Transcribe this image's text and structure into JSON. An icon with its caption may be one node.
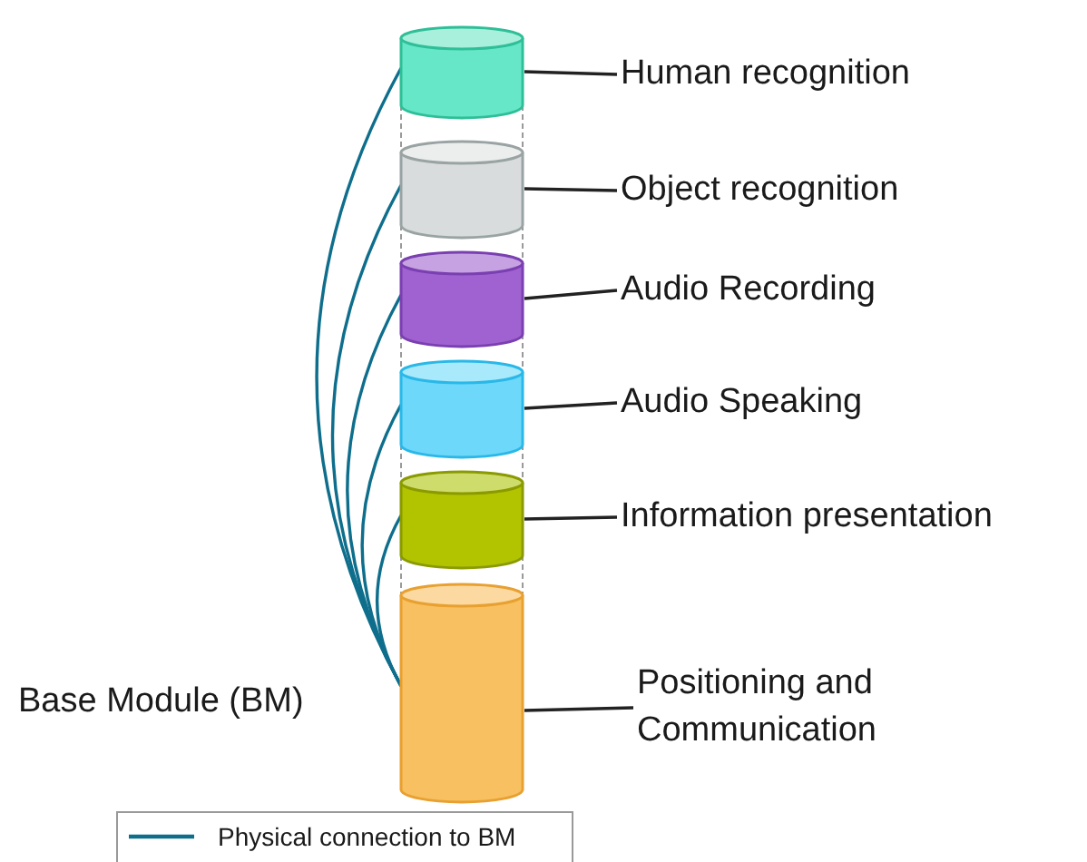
{
  "diagram": {
    "nodes": [
      {
        "text": [],
        "shape": "cylinder"
      },
      {
        "text": [],
        "shape": "cylinder"
      },
      {
        "text": [],
        "shape": "cylinder"
      },
      {
        "text": [],
        "shape": "cylinder"
      },
      {
        "text": [],
        "shape": "cylinder"
      },
      {
        "text": [],
        "shape": "cylinder"
      },
      {
        "text": [
          "Human recognition"
        ]
      },
      {
        "text": [
          "Object recognition"
        ]
      },
      {
        "text": [
          "Audio Recording"
        ]
      },
      {
        "text": [
          "Audio Speaking"
        ]
      },
      {
        "text": [
          "Information presentation"
        ]
      },
      {
        "text": [
          "Positioning and Communication"
        ]
      }
    ],
    "edges": [
      {
        "from": 0,
        "to": 6,
        "arrow": "none",
        "color": "#222222"
      },
      {
        "from": 1,
        "to": 7,
        "arrow": "none",
        "color": "#222222"
      },
      {
        "from": 2,
        "to": 8,
        "arrow": "none",
        "color": "#222222"
      },
      {
        "from": 3,
        "to": 9,
        "arrow": "none",
        "color": "#222222"
      },
      {
        "from": 4,
        "to": 10,
        "arrow": "none",
        "color": "#222222"
      },
      {
        "from": 5,
        "to": 11,
        "arrow": "none",
        "color": "#222222"
      },
      {
        "from": 0,
        "to": 5,
        "arrow": "none",
        "color": "#0e6e8c"
      },
      {
        "from": 1,
        "to": 5,
        "arrow": "none",
        "color": "#0e6e8c"
      },
      {
        "from": 2,
        "to": 5,
        "arrow": "none",
        "color": "#0e6e8c"
      },
      {
        "from": 3,
        "to": 5,
        "arrow": "none",
        "color": "#0e6e8c"
      },
      {
        "from": 4,
        "to": 5,
        "arrow": "none",
        "color": "#0e6e8c"
      },
      {
        "from": 0,
        "to": 1,
        "arrow": "none",
        "style": "dashed",
        "color": "#9a9a9a"
      },
      {
        "from": 0,
        "to": 1,
        "arrow": "none",
        "style": "dashed",
        "color": "#9a9a9a"
      },
      {
        "from": 1,
        "to": 2,
        "arrow": "none",
        "style": "dashed",
        "color": "#9a9a9a"
      },
      {
        "from": 1,
        "to": 2,
        "arrow": "none",
        "style": "dashed",
        "color": "#9a9a9a"
      },
      {
        "from": 2,
        "to": 3,
        "arrow": "none",
        "style": "dashed",
        "color": "#9a9a9a"
      },
      {
        "from": 2,
        "to": 3,
        "arrow": "none",
        "style": "dashed",
        "color": "#9a9a9a"
      },
      {
        "from": 3,
        "to": 4,
        "arrow": "none",
        "style": "dashed",
        "color": "#9a9a9a"
      },
      {
        "from": 3,
        "to": 4,
        "arrow": "none",
        "style": "dashed",
        "color": "#9a9a9a"
      },
      {
        "from": 4,
        "to": 5,
        "arrow": "none",
        "style": "dashed",
        "color": "#9a9a9a"
      },
      {
        "from": 4,
        "to": 5,
        "arrow": "none",
        "style": "dashed",
        "color": "#9a9a9a"
      }
    ],
    "labels": [
      "Base Module (BM)"
    ],
    "legend": [
      {
        "text": "Physical connection to BM"
      }
    ]
  }
}
